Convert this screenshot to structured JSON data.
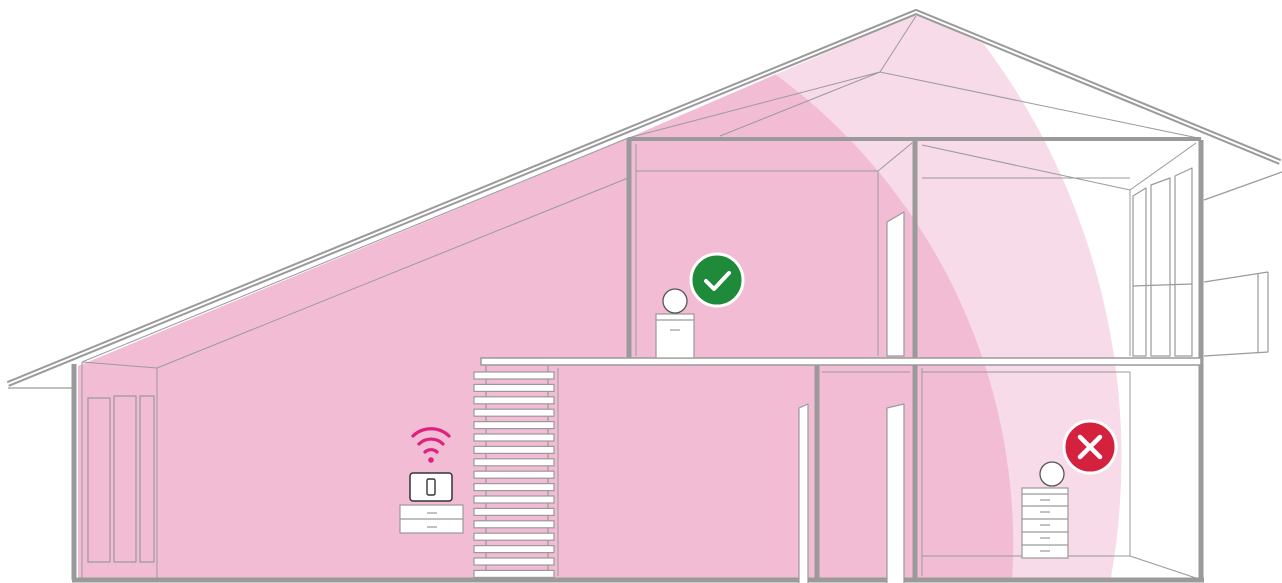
{
  "illustration": {
    "subject": "house-cross-section-wifi-coverage",
    "colors": {
      "coverage_strong": "#f2bcd5",
      "coverage_weak": "#f8dbe8",
      "wall": "#9a9a9a",
      "wifi_symbol": "#e0207e",
      "ok_badge": "#1e8a3a",
      "fail_badge": "#d4213d",
      "white": "#ffffff"
    },
    "router": {
      "icon": "wifi-router-icon",
      "signal_icon": "wifi-signal-icon"
    },
    "devices": [
      {
        "icon": "smart-speaker-icon",
        "status": "connected",
        "status_icon": "check-circle-icon"
      },
      {
        "icon": "smart-speaker-icon",
        "status": "out-of-range",
        "status_icon": "x-circle-icon"
      }
    ]
  }
}
